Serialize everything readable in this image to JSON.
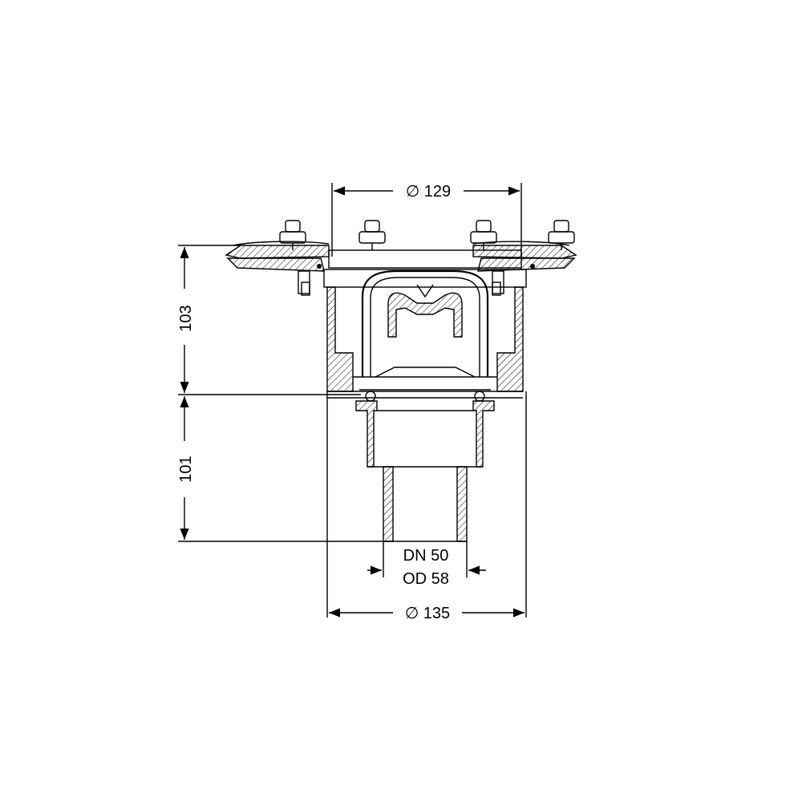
{
  "dimensions": {
    "top_diameter": "∅ 129",
    "bottom_diameter": "∅ 135",
    "upper_height": "103",
    "lower_height": "101",
    "pipe_nominal": "DN 50",
    "pipe_outer": "OD 58"
  },
  "colors": {
    "line": "#000000",
    "background": "#ffffff"
  }
}
